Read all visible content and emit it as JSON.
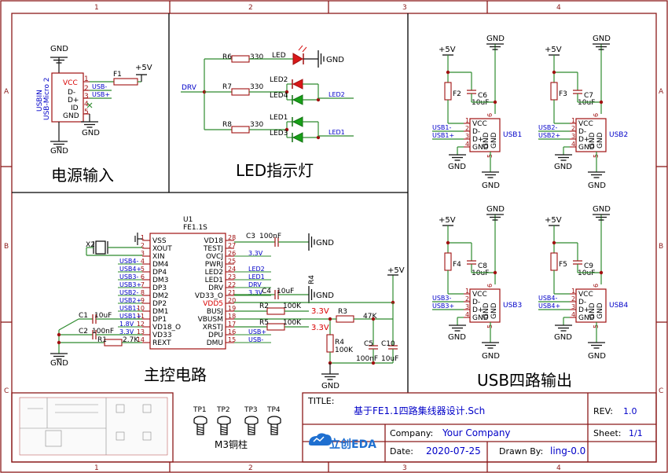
{
  "frame": {
    "cols": [
      "1",
      "2",
      "3",
      "4"
    ],
    "rows": [
      "A",
      "B",
      "C"
    ]
  },
  "sections": {
    "power": "电源输入",
    "led": "LED指示灯",
    "mcu": "主控电路",
    "usbout": "USB四路输出"
  },
  "power_input": {
    "connector_ref": "USBIN",
    "connector_type": "USB-Micro 2",
    "pins": [
      "VCC",
      "D-",
      "D+",
      "ID",
      "GND"
    ],
    "pin_numbers": [
      "1",
      "2",
      "3",
      "4",
      "5"
    ],
    "fuse_ref": "F1",
    "vcc_label": "+5V",
    "net_dm": "USB-",
    "net_dp": "USB+",
    "gnd": "GND"
  },
  "led_indicator": {
    "drv_net": "DRV",
    "resistors": [
      {
        "ref": "R6",
        "value": "330"
      },
      {
        "ref": "R7",
        "value": "330"
      },
      {
        "ref": "R8",
        "value": "330"
      }
    ],
    "leds": [
      "LED",
      "LED2",
      "LED4",
      "LED1",
      "LED3"
    ],
    "nets": [
      "LED2",
      "LED1"
    ],
    "gnd": "GND"
  },
  "main_control": {
    "ic_ref": "U1",
    "ic_part": "FE1.1S",
    "left_pins": [
      {
        "num": "1",
        "name": "VSS",
        "net": ""
      },
      {
        "num": "2",
        "name": "XOUT",
        "net": ""
      },
      {
        "num": "3",
        "name": "XIN",
        "net": ""
      },
      {
        "num": "4",
        "name": "DM4",
        "net": "USB4-"
      },
      {
        "num": "5",
        "name": "DP4",
        "net": "USB4+"
      },
      {
        "num": "6",
        "name": "DM3",
        "net": "USB3-"
      },
      {
        "num": "7",
        "name": "DP3",
        "net": "USB3+"
      },
      {
        "num": "8",
        "name": "DM2",
        "net": "USB2-"
      },
      {
        "num": "9",
        "name": "DP2",
        "net": "USB2+"
      },
      {
        "num": "10",
        "name": "DM1",
        "net": "USB1-"
      },
      {
        "num": "11",
        "name": "DP1",
        "net": "USB1+"
      },
      {
        "num": "12",
        "name": "VD18_O",
        "net": "1.8V"
      },
      {
        "num": "13",
        "name": "VD33",
        "net": "3.3V"
      },
      {
        "num": "14",
        "name": "REXT",
        "net": ""
      }
    ],
    "right_pins": [
      {
        "num": "28",
        "name": "VD18",
        "net": ""
      },
      {
        "num": "27",
        "name": "TESTJ",
        "net": ""
      },
      {
        "num": "26",
        "name": "OVCJ",
        "net": "3.3V"
      },
      {
        "num": "25",
        "name": "PWRJ",
        "net": ""
      },
      {
        "num": "24",
        "name": "LED2",
        "net": "LED2"
      },
      {
        "num": "23",
        "name": "LED1",
        "net": "LED1"
      },
      {
        "num": "22",
        "name": "DRV",
        "net": "DRV"
      },
      {
        "num": "21",
        "name": "VD33_O",
        "net": "3.3V"
      },
      {
        "num": "20",
        "name": "VDD5",
        "net": ""
      },
      {
        "num": "19",
        "name": "BUSJ",
        "net": ""
      },
      {
        "num": "18",
        "name": "VBUSM",
        "net": ""
      },
      {
        "num": "17",
        "name": "XRSTJ",
        "net": ""
      },
      {
        "num": "16",
        "name": "DPU",
        "net": "USB+"
      },
      {
        "num": "15",
        "name": "DMU",
        "net": "USB-"
      }
    ],
    "crystal": "X2",
    "c1": {
      "ref": "C1",
      "value": "10uF"
    },
    "c2": {
      "ref": "C2",
      "value": "100nF"
    },
    "r1": {
      "ref": "R1",
      "value": "2.7K"
    },
    "c3": {
      "ref": "C3",
      "value": "100nF"
    },
    "c4": {
      "ref": "C4",
      "value": "10uF"
    },
    "r2": {
      "ref": "R2",
      "value": "100K"
    },
    "r3": {
      "ref": "R3",
      "value": "47K"
    },
    "r4": {
      "ref": "R4",
      "value": "100K"
    },
    "r4_top": "R4",
    "r5": {
      "ref": "R5",
      "value": "100K"
    },
    "c5": {
      "ref": "C5",
      "value": "100nF"
    },
    "c10": {
      "ref": "C10",
      "value": "10uF"
    },
    "v33": "3.3V",
    "v5": "+5V",
    "gnd": "GND"
  },
  "usb_outputs": [
    {
      "ref": "USB1",
      "fuse": "F2",
      "cap": "C6",
      "cap_value": "10uF",
      "dm": "USB1-",
      "dp": "USB1+"
    },
    {
      "ref": "USB2",
      "fuse": "F3",
      "cap": "C7",
      "cap_value": "10uF",
      "dm": "USB2-",
      "dp": "USB2+"
    },
    {
      "ref": "USB3",
      "fuse": "F4",
      "cap": "C8",
      "cap_value": "10uF",
      "dm": "USB3-",
      "dp": "USB3+"
    },
    {
      "ref": "USB4",
      "fuse": "F5",
      "cap": "C9",
      "cap_value": "10uF",
      "dm": "USB4-",
      "dp": "USB4+"
    }
  ],
  "usb_port_pins": [
    "VCC",
    "D-",
    "D+",
    "GND"
  ],
  "usb_port_gnd": "GND",
  "usb_port_pin_numbers": [
    "1",
    "2",
    "3",
    "4",
    "5",
    "6"
  ],
  "usb_vcc": "+5V",
  "test_points": [
    "TP1",
    "TP2",
    "TP3",
    "TP4"
  ],
  "standoff_label": "M3铜柱",
  "title_block": {
    "title_label": "TITLE:",
    "title": "基于FE1.1四路集线器设计.Sch",
    "rev_label": "REV:",
    "rev": "1.0",
    "company_label": "Company:",
    "company": "Your Company",
    "sheet_label": "Sheet:",
    "sheet": "1/1",
    "date_label": "Date:",
    "date": "2020-07-25",
    "drawn_label": "Drawn By:",
    "drawn_by": "ling-0.0",
    "logo": "立创EDA"
  },
  "colors": {
    "frame": "#8b1a1a",
    "wire": "#2e8b2e",
    "net_label": "#0000c8",
    "pin": "#a01010",
    "led_red": "#d81818",
    "led_green": "#18a018"
  }
}
